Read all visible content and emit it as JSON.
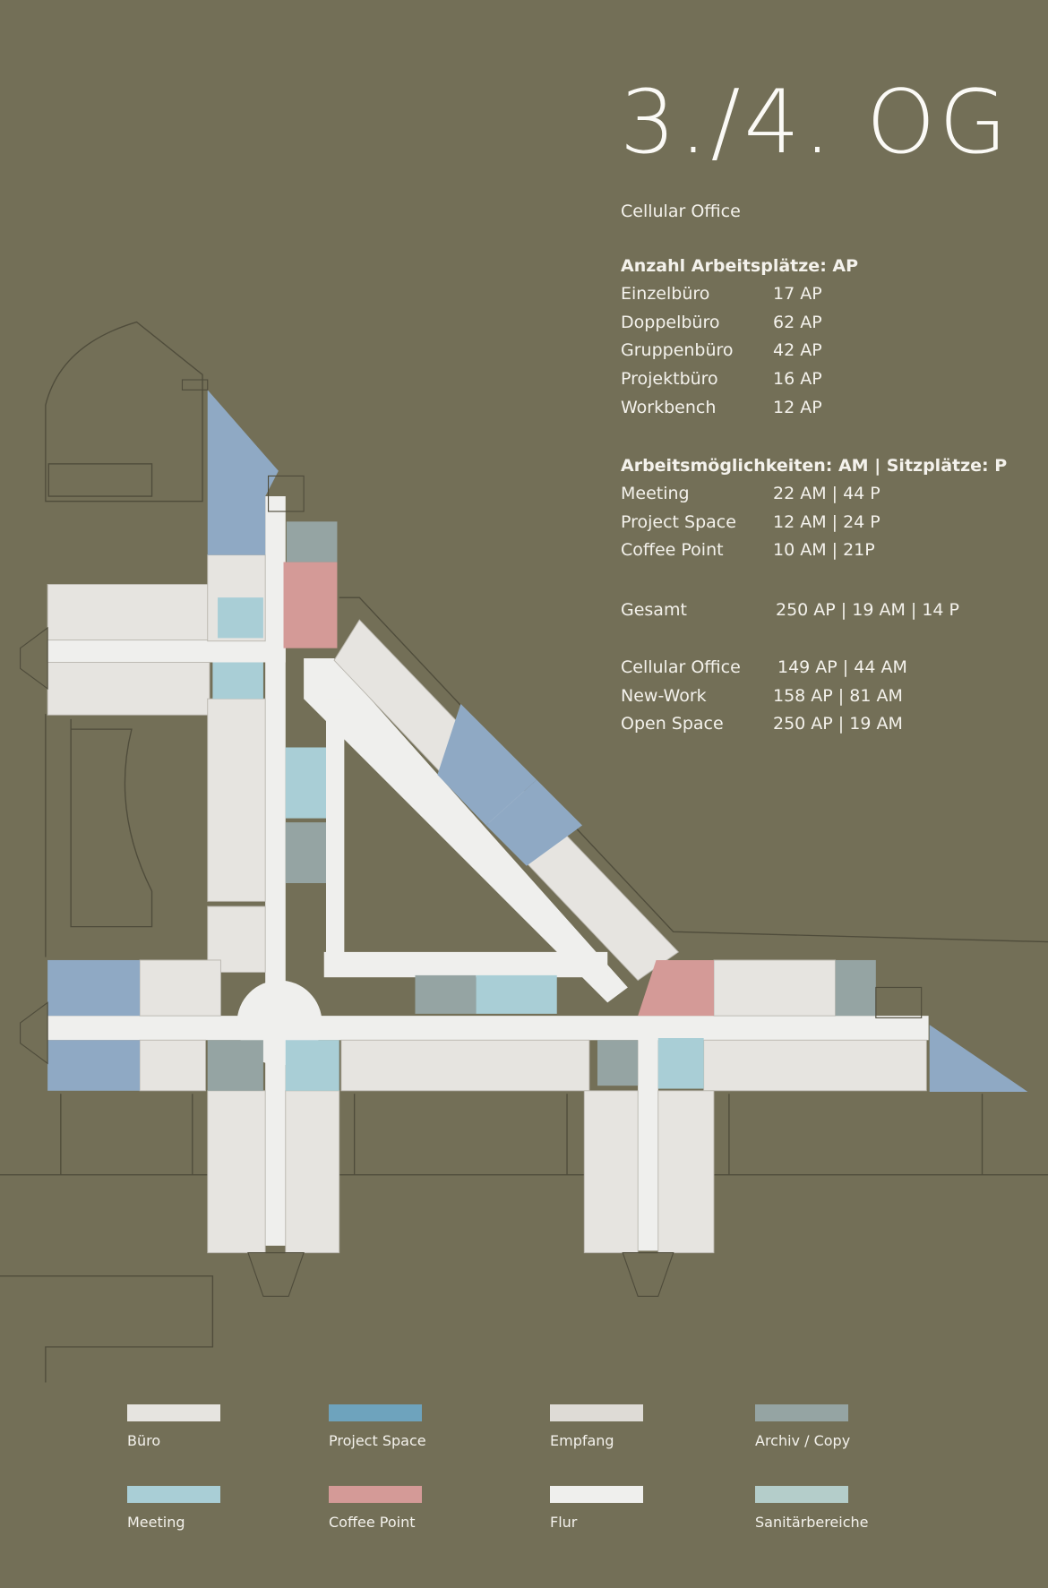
{
  "header": {
    "title": "3./4. OG",
    "subtitle": "Cellular Office"
  },
  "workplaces": {
    "heading": "Anzahl Arbeitsplätze: AP",
    "rows": [
      {
        "label": "Einzelbüro",
        "value": "17 AP"
      },
      {
        "label": "Doppelbüro",
        "value": "62 AP"
      },
      {
        "label": "Gruppenbüro",
        "value": "42 AP"
      },
      {
        "label": "Projektbüro",
        "value": "16 AP"
      },
      {
        "label": "Workbench",
        "value": "12 AP"
      }
    ]
  },
  "opportunities": {
    "heading": "Arbeitsmöglichkeiten: AM | Sitzplätze: P",
    "rows": [
      {
        "label": "Meeting",
        "value": "22 AM | 44 P"
      },
      {
        "label": "Project Space",
        "value": "12 AM | 24 P"
      },
      {
        "label": "Coffee Point",
        "value": "10 AM | 21P"
      }
    ]
  },
  "total": {
    "label": "Gesamt",
    "value": "250 AP | 19 AM | 14 P"
  },
  "comparison": {
    "rows": [
      {
        "label": "Cellular Office",
        "value": "149 AP | 44 AM"
      },
      {
        "label": "New-Work",
        "value": "158 AP | 81 AM"
      },
      {
        "label": "Open Space",
        "value": "250 AP | 19 AM"
      }
    ]
  },
  "legend": [
    {
      "label": "Büro",
      "color": "#e6e4e0"
    },
    {
      "label": "Project Space",
      "color": "#6ea3bd"
    },
    {
      "label": "Empfang",
      "color": "#dedbd6"
    },
    {
      "label": "Archiv / Copy",
      "color": "#95a4a3"
    },
    {
      "label": "Meeting",
      "color": "#a9ced6"
    },
    {
      "label": "Coffee Point",
      "color": "#d49a97"
    },
    {
      "label": "Flur",
      "color": "#efefed"
    },
    {
      "label": "Sanitärbereiche",
      "color": "#b4cdca"
    }
  ],
  "colors": {
    "background": "#736f57",
    "office": "#e6e4e0",
    "corridor": "#efefed",
    "project": "#8fa9c4",
    "coffee": "#d49a97",
    "meeting": "#a9ced6",
    "archive": "#95a4a3"
  }
}
